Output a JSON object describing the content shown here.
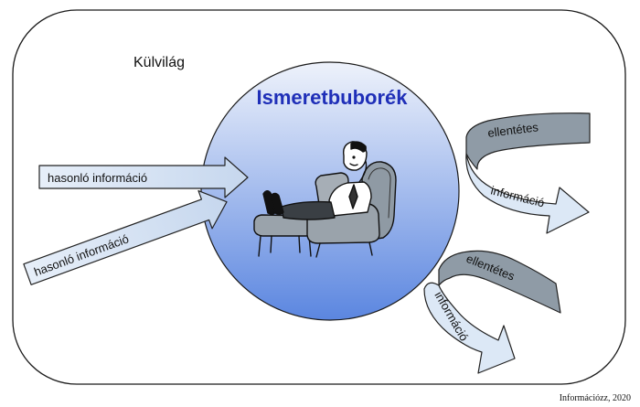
{
  "outer_label": "Külvilág",
  "bubble": {
    "title": "Ismeretbuborék",
    "title_color": "#1f2fb8",
    "fill_top": "#eef2fb",
    "fill_bottom": "#5b86e0"
  },
  "incoming_arrows": [
    {
      "label": "hasonló információ"
    },
    {
      "label": "hasonló információ"
    }
  ],
  "bouncing_arrows": [
    {
      "label_top": "ellentétes",
      "label_bottom": "információ"
    },
    {
      "label_top": "ellentétes",
      "label_bottom": "információ"
    }
  ],
  "arrow_colors": {
    "light_fill": "#dce8f6",
    "dark_fill": "#8f9ba6",
    "stroke": "#222222"
  },
  "icons": [
    "relaxing-man-in-armchair-icon"
  ],
  "credit": "Információzz, 2020"
}
